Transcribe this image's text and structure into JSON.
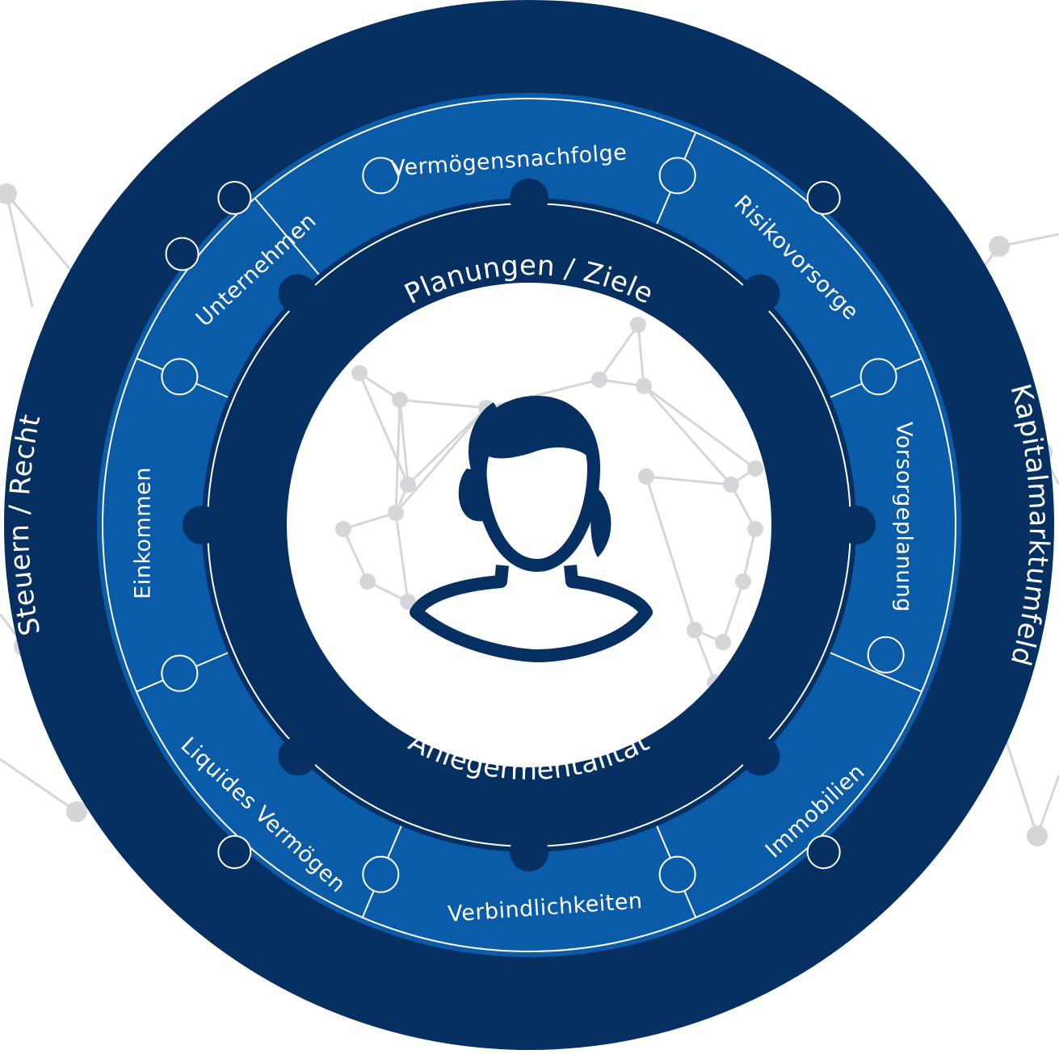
{
  "colors": {
    "outer_ring": "#063062",
    "middle_ring": "#0a5ba8",
    "inner_ring": "#063062",
    "center": "#ffffff",
    "network": "#d4d6d9",
    "person_icon": "#063062"
  },
  "outer_ring": {
    "top": "Planungen / Ziele",
    "right": "Kapitalmarktumfeld",
    "bottom": "Anlegermentalität",
    "left": "Steuern / Recht"
  },
  "segments": [
    {
      "id": "verm",
      "label": "Vermögensnachfolge"
    },
    {
      "id": "risk",
      "label": "Risikovorsorge"
    },
    {
      "id": "vors",
      "label": "Vorsorgeplanung"
    },
    {
      "id": "immo",
      "label": "Immobilien"
    },
    {
      "id": "verb",
      "label": "Verbindlichkeiten"
    },
    {
      "id": "liqu",
      "label": "Liquides Vermögen"
    },
    {
      "id": "eink",
      "label": "Einkommen"
    },
    {
      "id": "unte",
      "label": "Unternehmen"
    }
  ],
  "center": {
    "icon": "person-icon"
  }
}
